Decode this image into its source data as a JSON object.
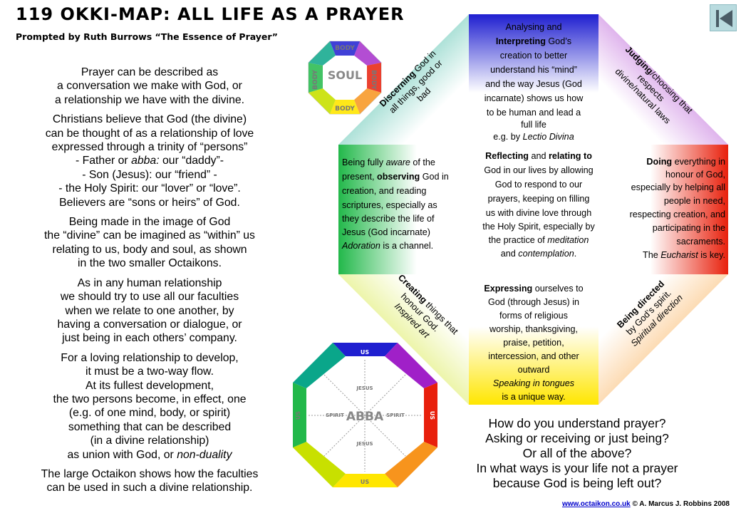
{
  "header": {
    "title": "119 OKKI-MAP: ALL LIFE AS A PRAYER",
    "subtitle": "Prompted by Ruth Burrows “The Essence of Prayer”"
  },
  "intro": [
    [
      "Prayer can be described as",
      "a conversation we make with God, or",
      "a relationship we have with the divine."
    ],
    [
      "Christians  believe that God (the divine)",
      "can be thought  of as a relationship of love",
      "expressed through a trinity of “persons”"
    ]
  ],
  "trinity": {
    "father_a": "- Father or ",
    "father_abba": "abba:",
    "father_b": " our “daddy”-",
    "son": "- Son (Jesus):  our “friend” -",
    "spirit": "- the Holy Spirit:  our “lover” or “love”.",
    "heirs": "Believers are “sons or heirs” of God."
  },
  "paragraphs": [
    [
      "Being made in the image of God",
      "the “divine” can be imagined as “within” us",
      "relating to us, body and soul, as shown",
      "in the two smaller Octaikons."
    ],
    [
      "As in any human relationship",
      "we should try to use all our faculties",
      "when we relate to one another, by",
      "having a conversation or dialogue, or",
      "just being in each others’ company."
    ],
    [
      "For a loving relationship to develop,",
      "it must be a two-way flow.",
      "At its fullest development,",
      "the two persons become, in effect, one",
      "(e.g. of one mind, body, or spirit)",
      "something that can be described",
      "(in a divine relationship)"
    ]
  ],
  "union": {
    "text": "as union with God, or ",
    "em": "non-duality"
  },
  "closing": [
    "The large Octaikon shows how the faculties",
    "can be used in such a divine relationship."
  ],
  "questions": [
    "How do you understand prayer?",
    "Asking or receiving or just being?",
    "Or all of the above?",
    "In what ways is your life not a prayer",
    "because God is being left out?"
  ],
  "footer": {
    "link": "www.octaikon.co.uk",
    "copyright": " © A. Marcus J. Robbins 2008"
  },
  "small_octaikon": {
    "center": "SOUL",
    "ring": "BODY"
  },
  "bottom_octaikon": {
    "center": "ABBA",
    "ring1": "JESUS",
    "ring2": "SPIRIT",
    "outer": "US"
  },
  "octaikon": {
    "top": {
      "l1": "Analysing and",
      "l2": "Interpreting",
      "l2b": " God’s",
      "l3": "creation to better",
      "l4": "understand his “mind”",
      "l5": "and the way Jesus (God",
      "l6": "incarnate) shows us how",
      "l7": "to be human and lead a",
      "l8": "full life",
      "l9a": "e.g. by ",
      "l9b": "Lectio Divina"
    },
    "top_left": {
      "b": "Discerning",
      "a": " God in",
      "l2": "all things, good or",
      "l3": "bad"
    },
    "top_right": {
      "b": "Judging",
      "a": "/choosing that",
      "l2": "respects",
      "l3": "divine/natural laws"
    },
    "left": {
      "l1a": "Being fully ",
      "l1b": "aware",
      "l1c": " of the",
      "l2a": "present, ",
      "l2b": "observing",
      "l2c": " God in",
      "l3": "creation, and reading",
      "l4": "scriptures, especially as",
      "l5": "they describe the life of",
      "l6": "Jesus (God incarnate)",
      "l7a": "Adoration",
      "l7b": " is a channel."
    },
    "center": {
      "l1a": "Reflecting",
      "l1b": " and ",
      "l1c": "relating to",
      "l2": "God in our lives by allowing",
      "l3": "God to respond to our",
      "l4": "prayers, keeping on filling",
      "l5": "us with divine love through",
      "l6": "the Holy Spirit, especially by",
      "l7a": "the practice of ",
      "l7b": "meditation",
      "l8a": "and ",
      "l8b": "contemplation",
      "l8c": "."
    },
    "right": {
      "l1a": "Doing",
      "l1b": " everything in",
      "l2": "honour of God,",
      "l3": "especially by helping all",
      "l4": "people in need,",
      "l5": "respecting creation, and",
      "l6": "participating in the",
      "l7": "sacraments.",
      "l8a": "The ",
      "l8b": "Eucharist",
      "l8c": " is key."
    },
    "bottom_left": {
      "b": "Creating",
      "a": " things that",
      "l2": "honour  God.",
      "l3": "Inspired art"
    },
    "bottom": {
      "l1a": "Expressing",
      "l1b": " ourselves to",
      "l2": "God (through Jesus) in",
      "l3": "forms of religious",
      "l4": "worship, thanksgiving,",
      "l5": "praise, petition,",
      "l6": "intercession, and other",
      "l7": "outward",
      "l8": "Speaking in tongues",
      "l9": "is a unique way."
    },
    "bottom_right": {
      "b": "Being directed",
      "l2": "by God’s spirit.",
      "l3": "Spiritual direction"
    }
  },
  "colors": {
    "top": "#1f1fd0",
    "top_right": "#a020c8",
    "right": "#e8200c",
    "bottom_right": "#f7941d",
    "bottom": "#ffe600",
    "bottom_left": "#c8e000",
    "left": "#22b84a",
    "top_left": "#0aa68a",
    "back_button": "#b9dbdf"
  }
}
